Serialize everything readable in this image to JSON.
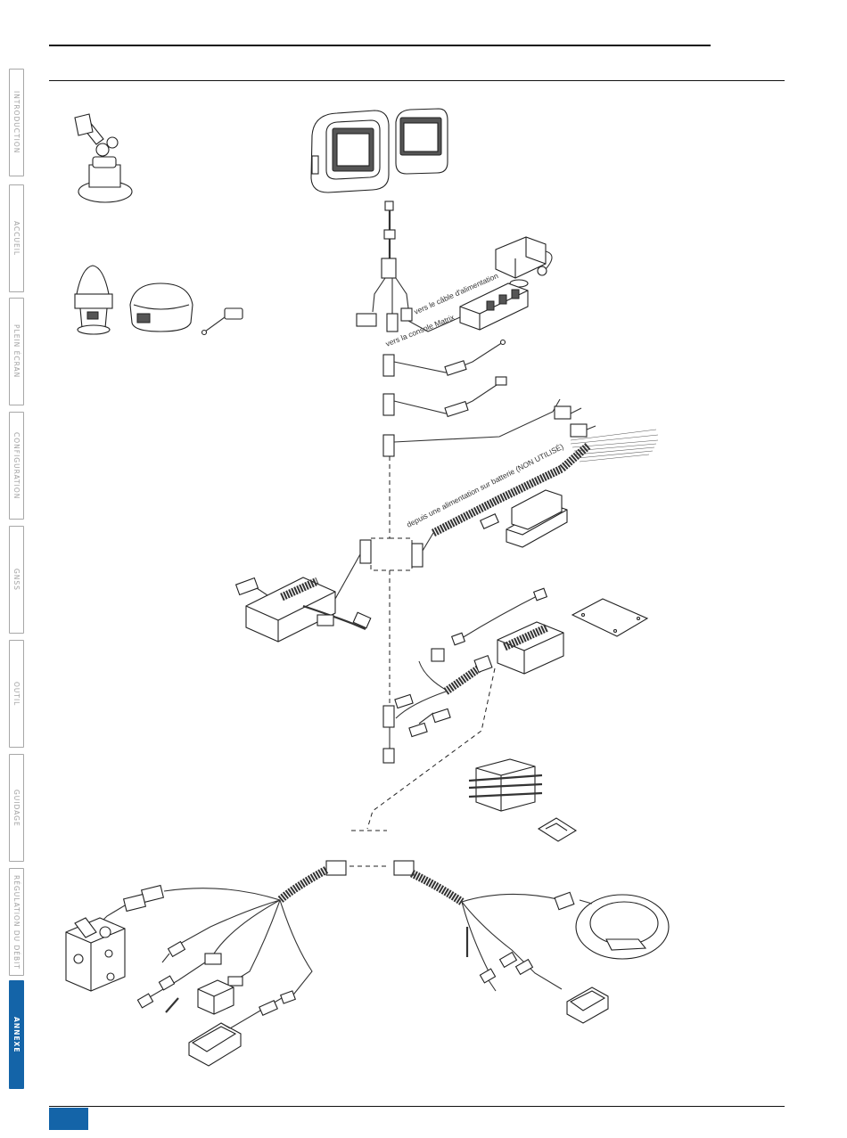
{
  "sidebar": {
    "tabs": [
      {
        "label": "INTRODUCTION",
        "active": false
      },
      {
        "label": "ACCUEIL",
        "active": false
      },
      {
        "label": "PLEIN ÉCRAN",
        "active": false
      },
      {
        "label": "CONFIGURATION",
        "active": false
      },
      {
        "label": "GNSS",
        "active": false
      },
      {
        "label": "OUTIL",
        "active": false
      },
      {
        "label": "GUIDAGE",
        "active": false
      },
      {
        "label": "RÉGULATION DU DÉBIT",
        "active": false
      },
      {
        "label": "ANNEXE",
        "active": true
      }
    ]
  },
  "diagram": {
    "label_power_cable": "vers le câble d'alimentation",
    "label_console": "vers la console Matrix",
    "label_battery": "depuis une alimentation sur batterie (NON UTILISÉ)"
  },
  "colors": {
    "accent": "#1464a8",
    "tab_border": "#a7a7a7",
    "tab_text": "#a2a2a2"
  }
}
